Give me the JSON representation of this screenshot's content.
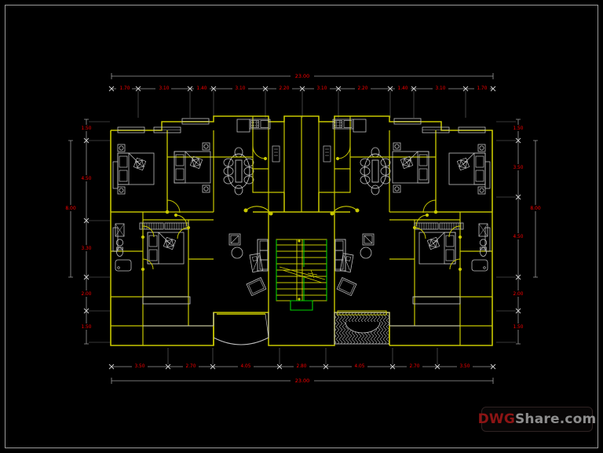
{
  "drawing": {
    "title": "Apartment Building Floor Plan",
    "type": "architectural-floor-plan",
    "background_color": "#000000",
    "frame_color": "#9a9a9a",
    "wall_color": "#c8c800",
    "furniture_color": "#c0c0c0",
    "stair_color": "#00d000",
    "dimension_color": "#ff0000",
    "dimension_line_color": "#9a9a9a"
  },
  "dimensions": {
    "top_overall": "23.00",
    "top_chain": [
      "1.70",
      "3.10",
      "1.40",
      "3.10",
      "2.20",
      "3.10",
      "2.20",
      "1.40",
      "3.10",
      "1.70"
    ],
    "bottom_overall": "23.00",
    "bottom_chain": [
      "3.50",
      "2.70",
      "4.05",
      "2.80",
      "4.05",
      "2.70",
      "3.50"
    ],
    "left_overall": "8.00",
    "left_chain": [
      "1.50",
      "4.50",
      "3.30",
      "2.00",
      "1.50"
    ],
    "right_overall": "8.00",
    "right_chain": [
      "1.50",
      "3.50",
      "4.50",
      "2.00",
      "1.50"
    ]
  },
  "watermark": {
    "brand_prefix": "DWG",
    "brand_suffix": "Share.com"
  }
}
